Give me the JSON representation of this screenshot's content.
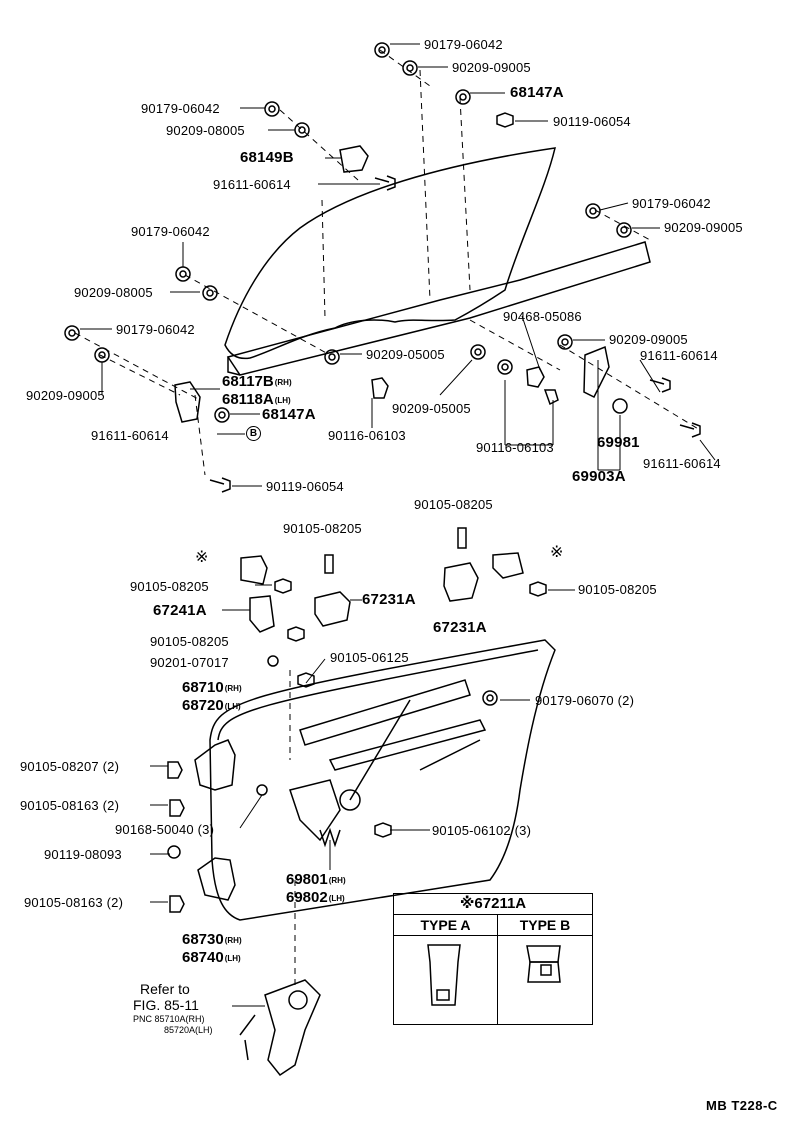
{
  "labels": {
    "p_90179_06042_a": "90179-06042",
    "p_90209_09005_a": "90209-09005",
    "p_68147A_a": "68147A",
    "p_90119_06054_a": "90119-06054",
    "p_90179_06042_b": "90179-06042",
    "p_90209_08005_a": "90209-08005",
    "p_68149B": "68149B",
    "p_91611_60614_a": "91611-60614",
    "p_90179_06042_c": "90179-06042",
    "p_90209_09005_b": "90209-09005",
    "p_90179_06042_d": "90179-06042",
    "p_90209_08005_b": "90209-08005",
    "p_90468_05086": "90468-05086",
    "p_90179_06042_e": "90179-06042",
    "p_90209_09005_c": "90209-09005",
    "p_91611_60614_b": "91611-60614",
    "p_90209_05005_a": "90209-05005",
    "p_68117B": "68117B",
    "p_68118A": "68118A",
    "p_68147A_b": "68147A",
    "p_90209_09005_d": "90209-09005",
    "p_91611_60614_c": "91611-60614",
    "p_90116_06103_a": "90116-06103",
    "p_90209_05005_b": "90209-05005",
    "p_69981": "69981",
    "p_90116_06103_b": "90116-06103",
    "p_91611_60614_d": "91611-60614",
    "p_69903A": "69903A",
    "p_90119_06054_b": "90119-06054",
    "p_90105_08205_a": "90105-08205",
    "p_90105_08205_b": "90105-08205",
    "p_90105_08205_c": "90105-08205",
    "p_67231A_a": "67231A",
    "p_67241A": "67241A",
    "p_67231A_b": "67231A",
    "p_90105_08205_d": "90105-08205",
    "p_90105_08205_e": "90105-08205",
    "p_90201_07017": "90201-07017",
    "p_90105_06125": "90105-06125",
    "p_68710": "68710",
    "p_68720": "68720",
    "p_90179_06070": "90179-06070 (2)",
    "p_90105_08207": "90105-08207 (2)",
    "p_90105_08163_a": "90105-08163 (2)",
    "p_90168_50040": "90168-50040 (3)",
    "p_90105_06102": "90105-06102 (3)",
    "p_90119_08093": "90119-08093",
    "p_69801": "69801",
    "p_69802": "69802",
    "p_90105_08163_b": "90105-08163 (2)",
    "p_68730": "68730",
    "p_68740": "68740",
    "rh": "(RH)",
    "lh": "(LH)",
    "circle_b": "B",
    "asterisk": "※"
  },
  "refer": {
    "line1": "Refer to",
    "line2": "FIG. 85-11",
    "pnc1": "PNC 85710A(RH)",
    "pnc2": "85720A(LH)"
  },
  "type_box": {
    "title": "※67211A",
    "type_a": "TYPE A",
    "type_b": "TYPE B"
  },
  "catalog_code": "MB T228-C"
}
